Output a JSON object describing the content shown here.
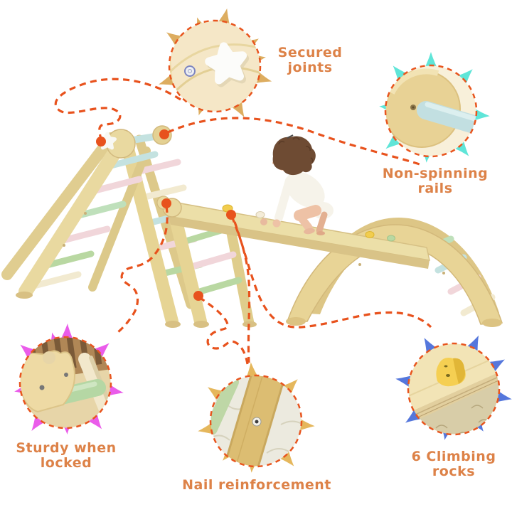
{
  "theme": {
    "bg": "#ffffff",
    "accent_dash": "#e8521d",
    "label_color": "#dd8248",
    "wood_light": "#ecdfae",
    "wood_mid": "#e6d494",
    "wood_dark": "#d2b97e",
    "rail_mint": "#bfe0bb",
    "rail_pink": "#f1d6da",
    "rail_aqua": "#c4e2e0",
    "rail_green": "#b9d8a2",
    "rail_cream": "#f2ead0",
    "rock_yellow": "#f2cd4e",
    "skin": "#eec2a6",
    "hair": "#6e4b33",
    "onesie": "#f6f3ea"
  },
  "scene": {
    "description": "Toddler in a white onesie climbing a pastel wooden triangle set with folding ladder, climbing ramp and arch"
  },
  "features": [
    {
      "id": "secured-joints",
      "label_line1": "Secured",
      "label_line2": "joints",
      "spike_color": "#ddad60",
      "callout": "star-joint-cover"
    },
    {
      "id": "non-spinning-rails",
      "label_line1": "Non-spinning",
      "label_line2": "rails",
      "spike_color": "#5fe5d8",
      "callout": "fixed-rail"
    },
    {
      "id": "sturdy-when-locked",
      "label_line1": "Sturdy when",
      "label_line2": "locked",
      "spike_color": "#ea5cea",
      "callout": "locking-bracket"
    },
    {
      "id": "nail-reinforcement",
      "label_line1": "Nail reinforcement",
      "label_line2": "",
      "spike_color": "#e5b75c",
      "callout": "nailed-beam"
    },
    {
      "id": "climbing-rocks",
      "label_line1": "6 Climbing",
      "label_line2": "rocks",
      "spike_color": "#5577dc",
      "callout": "climbing-rock"
    }
  ]
}
